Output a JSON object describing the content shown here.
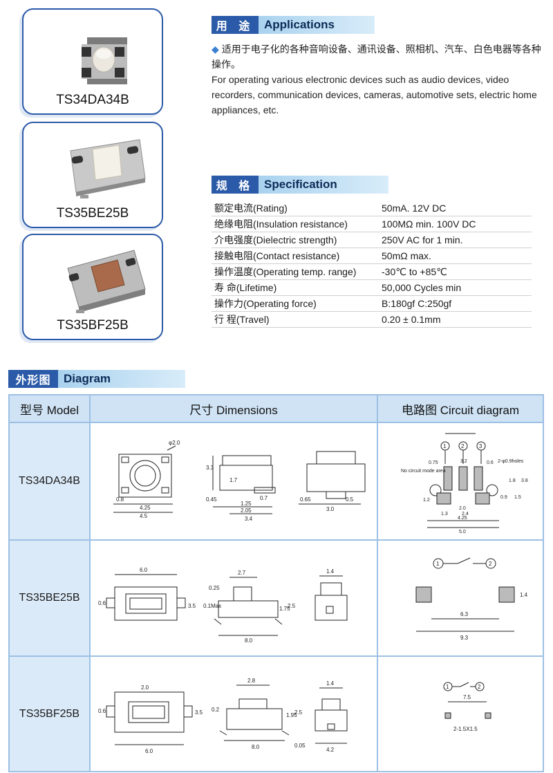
{
  "products": [
    {
      "name": "TS34DA34B"
    },
    {
      "name": "TS35BE25B"
    },
    {
      "name": "TS35BF25B"
    }
  ],
  "applications": {
    "cn_title": "用 途",
    "en_title": "Applications",
    "cn_text": "适用于电子化的各种音响设备、通讯设备、照相机、汽车、白色电器等各种操作。",
    "en_text": "For operating various electronic devices such as audio devices, video recorders, communication devices, cameras, automotive sets, electric home appliances, etc."
  },
  "specification": {
    "cn_title": "规 格",
    "en_title": "Specification",
    "rows": [
      {
        "label": "额定电流(Rating)",
        "value": "50mA. 12V DC"
      },
      {
        "label": "绝缘电阻(Insulation resistance)",
        "value": "100MΩ min. 100V DC"
      },
      {
        "label": "介电强度(Dielectric strength)",
        "value": "250V AC for 1 min."
      },
      {
        "label": "接触电阻(Contact resistance)",
        "value": "50mΩ max."
      },
      {
        "label": "操作温度(Operating temp. range)",
        "value": "-30℃ to +85℃"
      },
      {
        "label": "寿 命(Lifetime)",
        "value": "50,000 Cycles min"
      },
      {
        "label": "操作力(Operating force)",
        "value": "B:180gf C:250gf"
      },
      {
        "label": "行 程(Travel)",
        "value": "0.20 ± 0.1mm"
      }
    ]
  },
  "diagram": {
    "cn_title": "外形图",
    "en_title": "Diagram",
    "col_model": "型号 Model",
    "col_dimensions": "尺寸 Dimensions",
    "col_circuit": "电路图 Circuit diagram",
    "rows": [
      {
        "model": "TS34DA34B"
      },
      {
        "model": "TS35BE25B"
      },
      {
        "model": "TS35BF25B"
      }
    ],
    "labels": {
      "r1_d1": [
        "φ2.0",
        "0.8",
        "4.25",
        "4.5"
      ],
      "r1_d2": [
        "3.3",
        "1.7",
        "0.45",
        "0.7",
        "1.25",
        "2.05",
        "3.4"
      ],
      "r1_d3": [
        "0.65",
        "3.0",
        "0.5"
      ],
      "r1_c": [
        "3.2",
        "0.75",
        "0.6",
        "2-φ0.9holes",
        "No circuit mode area",
        "3.8",
        "1.8",
        "1.5",
        "0.9",
        "1.2",
        "2.0",
        "1.3",
        "2.4",
        "4.25",
        "5.0"
      ],
      "r2_d1": [
        "6.0",
        "0.6",
        "3.5"
      ],
      "r2_d2": [
        "2.7",
        "0.25",
        "0.1Max",
        "1.75",
        "2.5",
        "8.0"
      ],
      "r2_d3": [
        "1.4"
      ],
      "r2_c": [
        "6.3",
        "9.3",
        "1.4"
      ],
      "r3_d1": [
        "2.0",
        "0.6",
        "3.5",
        "6.0"
      ],
      "r3_d2": [
        "2.8",
        "0.2",
        "1.95",
        "2.5",
        "8.0",
        "0.05"
      ],
      "r3_d3": [
        "1.4",
        "4.2"
      ],
      "r3_c": [
        "7.5",
        "2-1.5X1.5"
      ],
      "pins": [
        "1",
        "2",
        "3"
      ]
    }
  }
}
